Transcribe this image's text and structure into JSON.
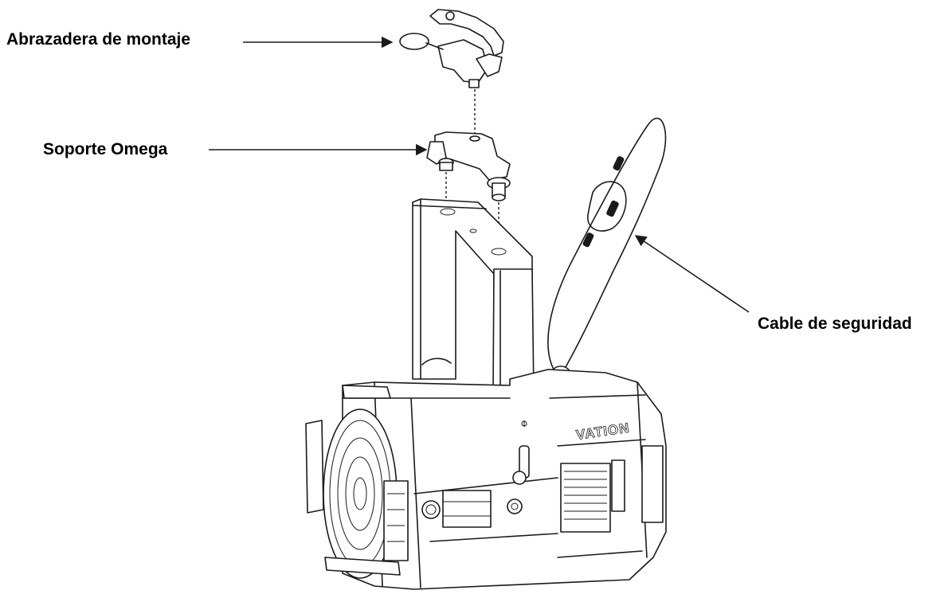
{
  "labels": {
    "clamp": "Abrazadera de montaje",
    "omega": "Soporte Omega",
    "safety_cable": "Cable de seguridad"
  },
  "fixture_brand": "VATION",
  "colors": {
    "line": "#1a1a1a",
    "background": "#ffffff"
  }
}
